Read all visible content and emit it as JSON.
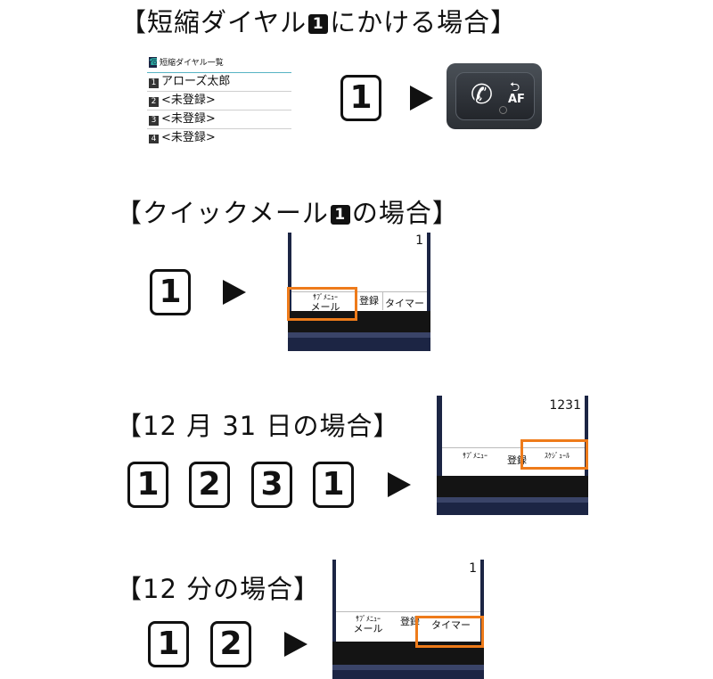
{
  "section1": {
    "heading_pre": "【短縮ダイヤル",
    "heading_badge": "1",
    "heading_post": "にかける場合】",
    "list": {
      "header": "短縮ダイヤル一覧",
      "rows": [
        {
          "num": "1",
          "text": "アローズ太郎"
        },
        {
          "num": "2",
          "text": "<未登録>"
        },
        {
          "num": "3",
          "text": "<未登録>"
        },
        {
          "num": "4",
          "text": "<未登録>"
        }
      ]
    },
    "key": "1",
    "callkey_label": "AF"
  },
  "section2": {
    "heading_pre": "【クイックメール",
    "heading_badge": "1",
    "heading_post": "の場合】",
    "key": "1",
    "screen_digits": "1",
    "softkeys": {
      "left_top": "ｻﾌﾞﾒﾆｭｰ",
      "left_bottom": "メール",
      "center": "登録",
      "right": "タイマー"
    }
  },
  "section3": {
    "heading": "【12 月 31 日の場合】",
    "keys": [
      "1",
      "2",
      "3",
      "1"
    ],
    "screen_digits": "1231",
    "softkeys": {
      "left": "ｻﾌﾞﾒﾆｭｰ",
      "center": "登録",
      "right": "ｽｹｼﾞｭｰﾙ"
    }
  },
  "section4": {
    "heading": "【12 分の場合】",
    "keys": [
      "1",
      "2"
    ],
    "screen_digits": "1",
    "softkeys": {
      "left_top": "ｻﾌﾞﾒﾆｭｰ",
      "left_bottom": "メール",
      "center": "登録",
      "right": "タイマー"
    }
  },
  "colors": {
    "highlight": "#ee7b1a",
    "phone_body": "#1c2544",
    "list_accent": "#57b3c4"
  }
}
